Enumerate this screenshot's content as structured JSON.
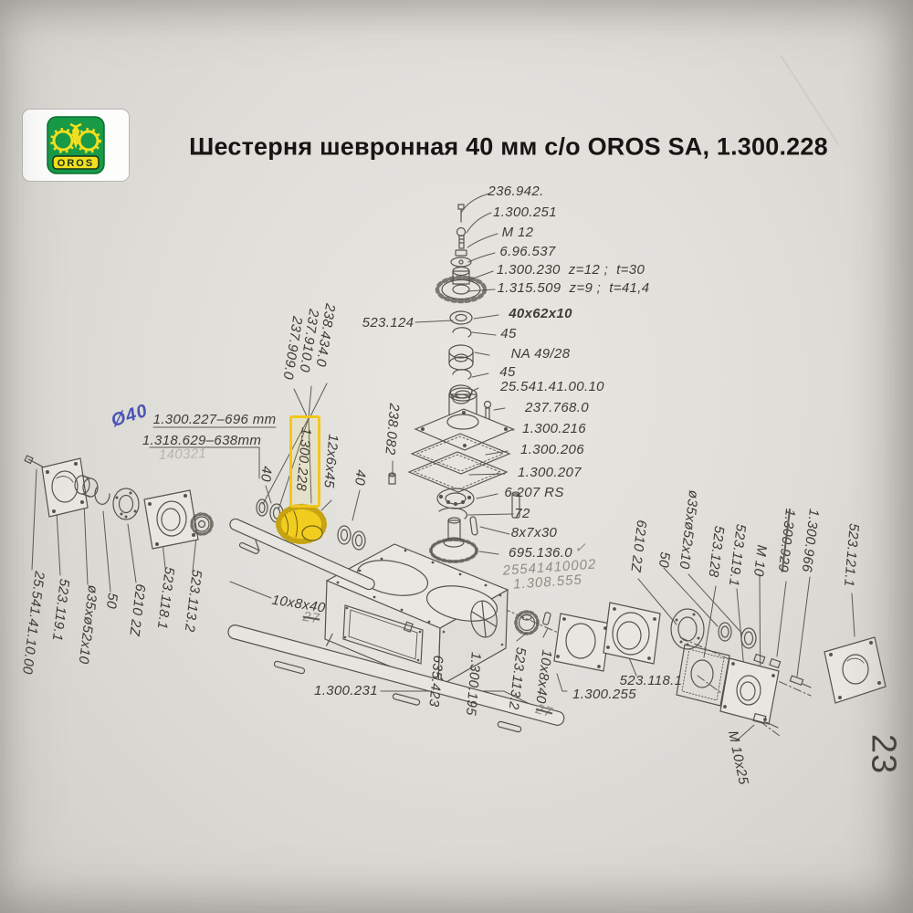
{
  "header": {
    "logo_text": "OROS",
    "title": "Шестерня шевронная 40 мм с/о OROS SA, 1.300.228"
  },
  "page_number": "23",
  "colors": {
    "highlight_yellow": "#f0c71d",
    "logo_green": "#189a47",
    "logo_yellow": "#f2df1f",
    "pen_blue": "#4a55b5"
  },
  "diagram": {
    "top_stack": {
      "bolt": "236.942.",
      "screw": "1.300.251",
      "nut": "M 12",
      "washer": "6.96.537",
      "sprocket_a": "1.300.230  z=12 ;  t=30",
      "sprocket_b": "1.315.509  z=9 ;  t=41,4",
      "seal_ref": "523.124",
      "seal": "40x62x10",
      "ring_a": "45",
      "needle_bearing": "NA 49/28",
      "ring_b": "45",
      "locknut": "25.541.41.00.10",
      "cover_screw": "237.768.0",
      "bearing_plate": "1.300.216",
      "gasket_a": "1.300.206",
      "gasket_b": "1.300.207",
      "ball_bearing": "6 207 RS",
      "snap_ring": "72",
      "key": "8x7x30",
      "gear_shaft": "695.136.0",
      "gear_shaft_note_1": "25541410002",
      "gear_shaft_note_2": "1.308.555",
      "check_mark": "✓"
    },
    "left_cluster": {
      "pen_note": "Ø40",
      "shaft_len_a": "1.300.227–696 mm",
      "shaft_len_b": "1.318.629–638mm",
      "erased_note": "140321",
      "cover_a": "237.909.0",
      "cover_b": "237.910.0",
      "cover_c": "238.434.0",
      "breather": "238.082",
      "key": "12x6x45",
      "chevron_gear": "1.300.228",
      "ring_left": "40",
      "ring_right": "40",
      "key_lower": "10x8x40",
      "key_lower_note": "27",
      "long_shaft": "1.300.231"
    },
    "left_row": [
      "25.541.41.10.00",
      "523.119.1",
      "ø35xø52x10",
      "50",
      "6210 2Z",
      "523.118.1",
      "523.113.2"
    ],
    "bottom_row": {
      "drain_plug": "635.423",
      "housing": "1.300.195",
      "bevel_gear": "523.113.2",
      "key": "10x8x40",
      "key_note": "27",
      "side_plate": "1.300.255",
      "flange": "523.118.1"
    },
    "right_row": [
      "6210 2Z",
      "50",
      "ø35xø52x10",
      "523.128",
      "523.119.1",
      "M 10",
      "1.300.929",
      "1.300.966"
    ],
    "far_right": {
      "end_plate": "523.121.1",
      "bolt": "M 10x25"
    }
  }
}
